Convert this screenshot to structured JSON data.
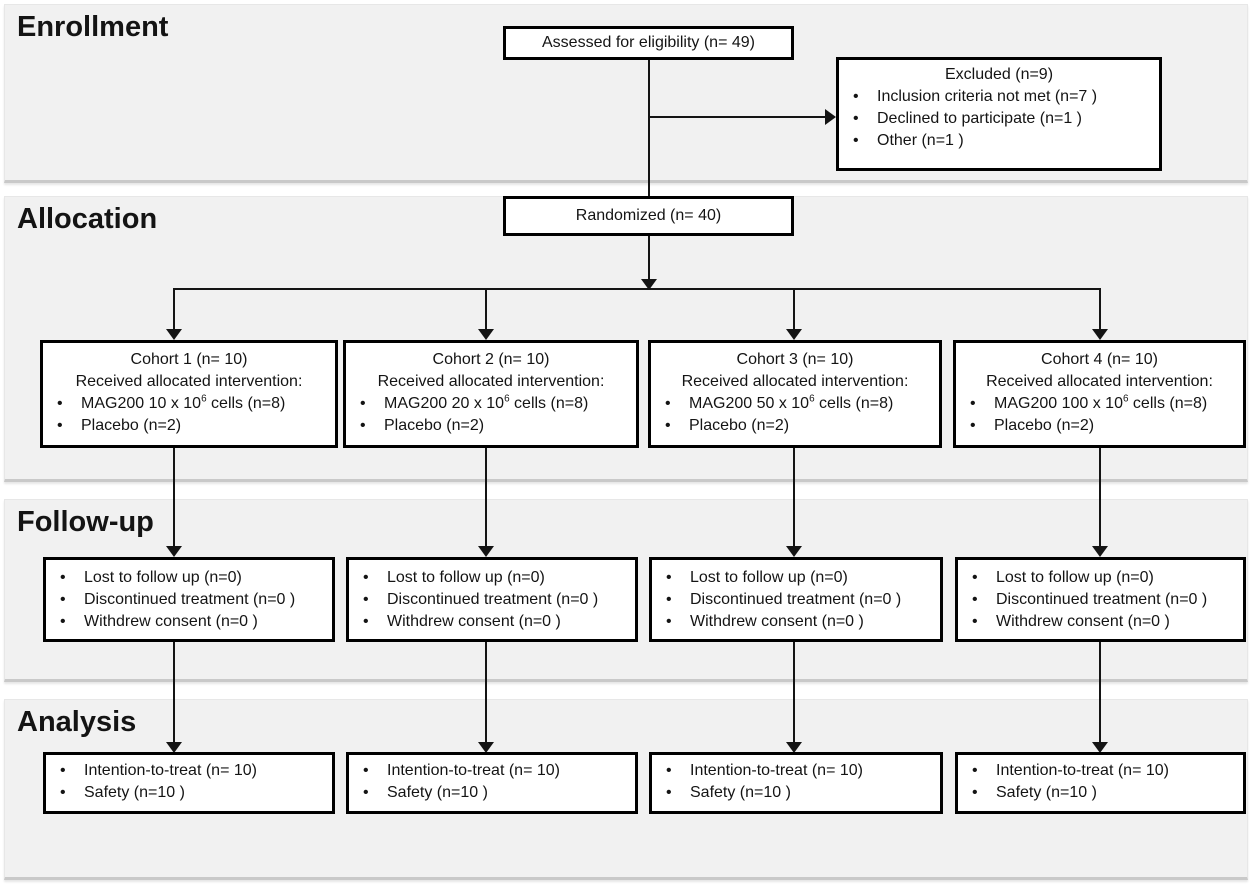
{
  "colors": {
    "band_fill": "#f1f1f1",
    "band_edge": "#c9c9c9",
    "box_border": "#000000",
    "line": "#141414",
    "background": "#ffffff"
  },
  "sections": {
    "enrollment": "Enrollment",
    "allocation": "Allocation",
    "followup": "Follow-up",
    "analysis": "Analysis"
  },
  "boxes": {
    "assessed": "Assessed for eligibility (n= 49)",
    "randomized": "Randomized (n= 40)",
    "excluded": {
      "title": "Excluded (n=9)",
      "items": [
        "Inclusion criteria not met (n=7 )",
        "Declined to participate (n=1 )",
        "Other (n=1 )"
      ]
    },
    "cohorts": [
      {
        "title": "Cohort 1 (n= 10)",
        "subtitle": "Received allocated intervention:",
        "mag": {
          "pre": "MAG200 10 x 10",
          "sup": "6",
          "post": " cells (n=8)"
        },
        "placebo": "Placebo (n=2)"
      },
      {
        "title": "Cohort 2 (n= 10)",
        "subtitle": "Received allocated intervention:",
        "mag": {
          "pre": "MAG200 20 x 10",
          "sup": "6",
          "post": " cells (n=8)"
        },
        "placebo": "Placebo (n=2)"
      },
      {
        "title": "Cohort 3 (n= 10)",
        "subtitle": "Received allocated intervention:",
        "mag": {
          "pre": "MAG200 50 x 10",
          "sup": "6",
          "post": " cells (n=8)"
        },
        "placebo": "Placebo (n=2)"
      },
      {
        "title": "Cohort 4 (n= 10)",
        "subtitle": "Received allocated intervention:",
        "mag": {
          "pre": "MAG200 100 x 10",
          "sup": "6",
          "post": " cells (n=8)"
        },
        "placebo": "Placebo (n=2)"
      }
    ],
    "followup": [
      {
        "items": [
          "Lost to follow up (n=0)",
          "Discontinued treatment (n=0 )",
          "Withdrew consent (n=0 )"
        ]
      },
      {
        "items": [
          "Lost to follow up (n=0)",
          "Discontinued treatment (n=0 )",
          "Withdrew consent (n=0 )"
        ]
      },
      {
        "items": [
          "Lost to follow up (n=0)",
          "Discontinued treatment (n=0 )",
          "Withdrew consent (n=0 )"
        ]
      },
      {
        "items": [
          "Lost to follow up (n=0)",
          "Discontinued treatment (n=0 )",
          "Withdrew consent (n=0 )"
        ]
      }
    ],
    "analysis": [
      {
        "items": [
          "Intention-to-treat (n= 10)",
          "Safety (n=10 )"
        ]
      },
      {
        "items": [
          "Intention-to-treat (n= 10)",
          "Safety (n=10 )"
        ]
      },
      {
        "items": [
          "Intention-to-treat (n= 10)",
          "Safety (n=10 )"
        ]
      },
      {
        "items": [
          "Intention-to-treat (n= 10)",
          "Safety (n=10 )"
        ]
      }
    ]
  }
}
